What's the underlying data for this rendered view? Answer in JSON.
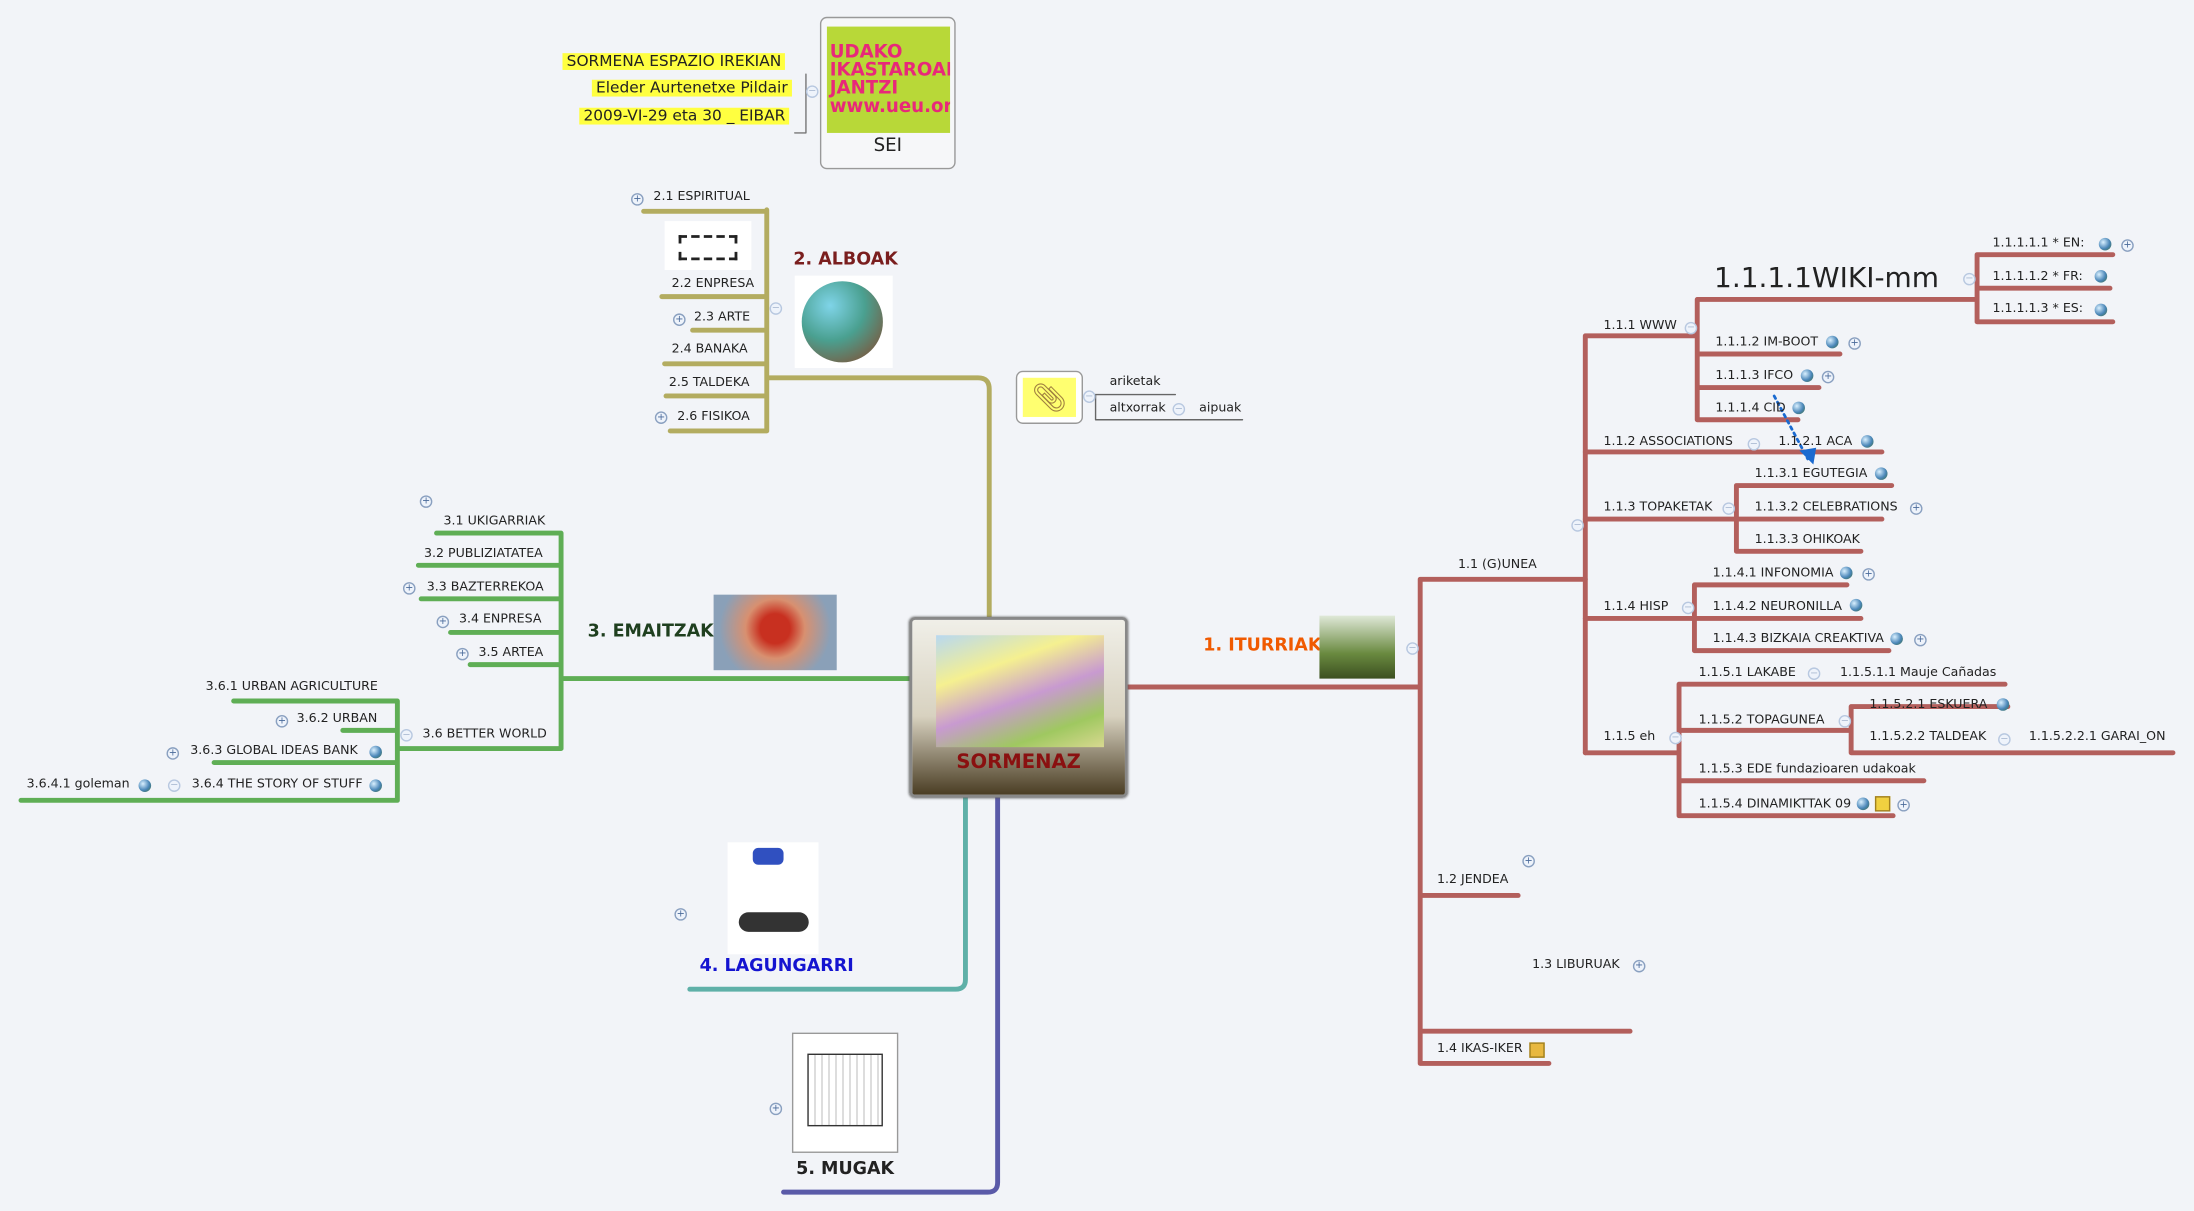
{
  "central": {
    "title": "SORMENAZ"
  },
  "branches": {
    "b1": "1. ITURRIAK",
    "b2": "2. ALBOAK",
    "b3": "3. EMAITZAK",
    "b4": "4. LAGUNGARRI",
    "b5": "5. MUGAK"
  },
  "colors": {
    "b1": "#b35f5c",
    "b2": "#b3ac60",
    "b3": "#5fae55",
    "b4": "#5fb0a8",
    "b5": "#5a5aa8",
    "b1_label": "#f05a00",
    "b2_label": "#7a1e1e",
    "b3_label": "#1f3f1f",
    "b4_label": "#1414d0",
    "b5_label": "#222222",
    "central_title": "#8a1010"
  },
  "sei": {
    "title": "SEI",
    "poster_text": "UDAKO IKASTAROAK JANTZI www.ueu.org",
    "notes": [
      "SORMENA ESPAZIO IREKIAN",
      "Eleder Aurtenetxe Pildair",
      "2009-VI-29 eta 30 _ EIBAR"
    ]
  },
  "attachment": {
    "items": [
      "ariketak",
      "altxorrak",
      "aipuak"
    ]
  },
  "nodes": {
    "n11": "1.1 (G)UNEA",
    "n111": "1.1.1 WWW",
    "n1111": "1.1.1.1WIKI-mm",
    "n11111": "1.1.1.1.1 * EN:",
    "n11112": "1.1.1.1.2 * FR:",
    "n11113": "1.1.1.1.3 * ES:",
    "n1112": "1.1.1.2 IM-BOOT",
    "n1113": "1.1.1.3 IFCO",
    "n1114": "1.1.1.4 CID",
    "n112": "1.1.2 ASSOCIATIONS",
    "n1121": "1.1.2.1 ACA",
    "n113": "1.1.3 TOPAKETAK",
    "n1131": "1.1.3.1 EGUTEGIA",
    "n1132": "1.1.3.2 CELEBRATIONS",
    "n1133": "1.1.3.3 OHIKOAK",
    "n114": "1.1.4 HISP",
    "n1141": "1.1.4.1 INFONOMIA",
    "n1142": "1.1.4.2 NEURONILLA",
    "n1143": "1.1.4.3 BIZKAIA CREAKTIVA",
    "n115": "1.1.5 eh",
    "n1151": "1.1.5.1 LAKABE",
    "n11511": "1.1.5.1.1 Mauje Cañadas",
    "n1152": "1.1.5.2 TOPAGUNEA",
    "n11521": "1.1.5.2.1 ESKUERA",
    "n11522": "1.1.5.2.2 TALDEAK",
    "n115221": "1.1.5.2.2.1 GARAI_ON",
    "n1153": "1.1.5.3 EDE fundazioaren udakoak",
    "n1154": "1.1.5.4 DINAMIKTTAK 09",
    "n12": "1.2 JENDEA",
    "n13": "1.3 LIBURUAK",
    "n14": "1.4 IKAS-IKER",
    "n21": "2.1 ESPIRITUAL",
    "n22": "2.2 ENPRESA",
    "n23": "2.3 ARTE",
    "n24": "2.4 BANAKA",
    "n25": "2.5 TALDEKA",
    "n26": "2.6 FISIKOA",
    "n31": "3.1 UKIGARRIAK",
    "n32": "3.2 PUBLIZIATATEA",
    "n33": "3.3 BAZTERREKOA",
    "n34": "3.4 ENPRESA",
    "n35": "3.5 ARTEA",
    "n36": "3.6 BETTER WORLD",
    "n361": "3.6.1 URBAN AGRICULTURE",
    "n362": "3.6.2 URBAN",
    "n363": "3.6.3 GLOBAL IDEAS BANK",
    "n364": "3.6.4 THE STORY OF STUFF",
    "n3641": "3.6.4.1 goleman"
  }
}
